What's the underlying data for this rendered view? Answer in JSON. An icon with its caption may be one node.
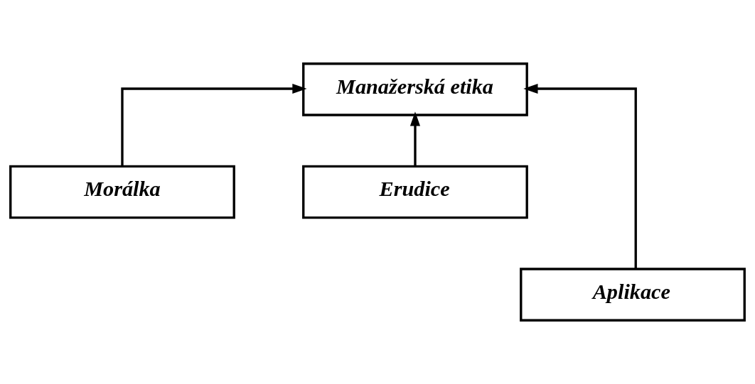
{
  "diagram": {
    "nodes": [
      {
        "text": [
          "Manažerská etika"
        ]
      },
      {
        "text": [
          "Morálka"
        ]
      },
      {
        "text": [
          "Erudice"
        ]
      },
      {
        "text": [
          "Aplikace"
        ]
      }
    ],
    "edges": [
      {
        "from": 1,
        "to": 0,
        "arrow": "to"
      },
      {
        "from": 2,
        "to": 0,
        "arrow": "to"
      },
      {
        "from": 3,
        "to": 0,
        "arrow": "to"
      }
    ]
  }
}
